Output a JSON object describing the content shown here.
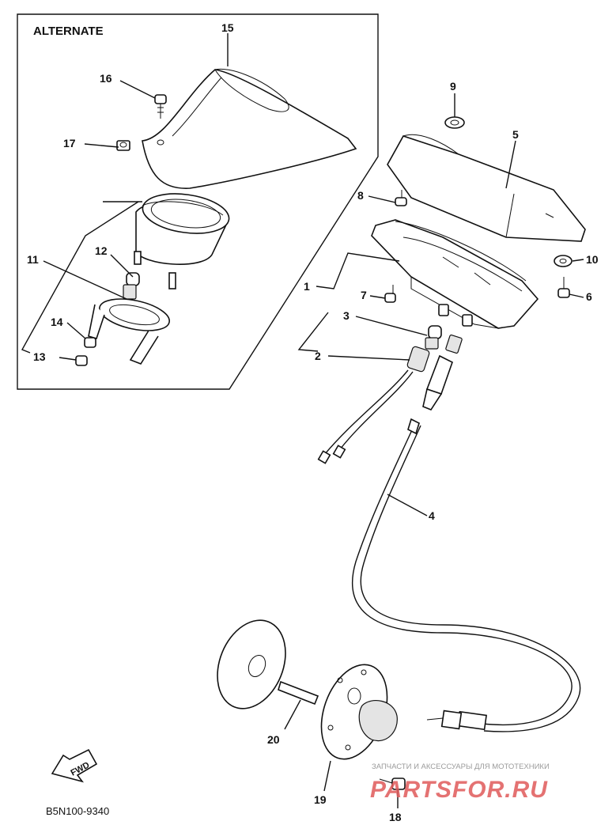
{
  "diagram": {
    "alternate_label": "ALTERNATE",
    "fwd_label": "FWD",
    "drawing_code": "B5N100-9340",
    "watermark_text": "ЗАПЧАСТИ И АКСЕССУАРЫ ДЛЯ МОТОТЕХНИКИ",
    "watermark_logo": "PARTSFOR.RU",
    "callouts": {
      "c1": "1",
      "c2": "2",
      "c3": "3",
      "c4": "4",
      "c5": "5",
      "c6": "6",
      "c7": "7",
      "c8": "8",
      "c9": "9",
      "c10": "10",
      "c11": "11",
      "c12": "12",
      "c13": "13",
      "c14": "14",
      "c15": "15",
      "c16": "16",
      "c17": "17",
      "c18": "18",
      "c19": "19",
      "c20": "20"
    },
    "colors": {
      "ink": "#111111",
      "paper": "#ffffff",
      "watermark": "#e05a5a"
    }
  }
}
